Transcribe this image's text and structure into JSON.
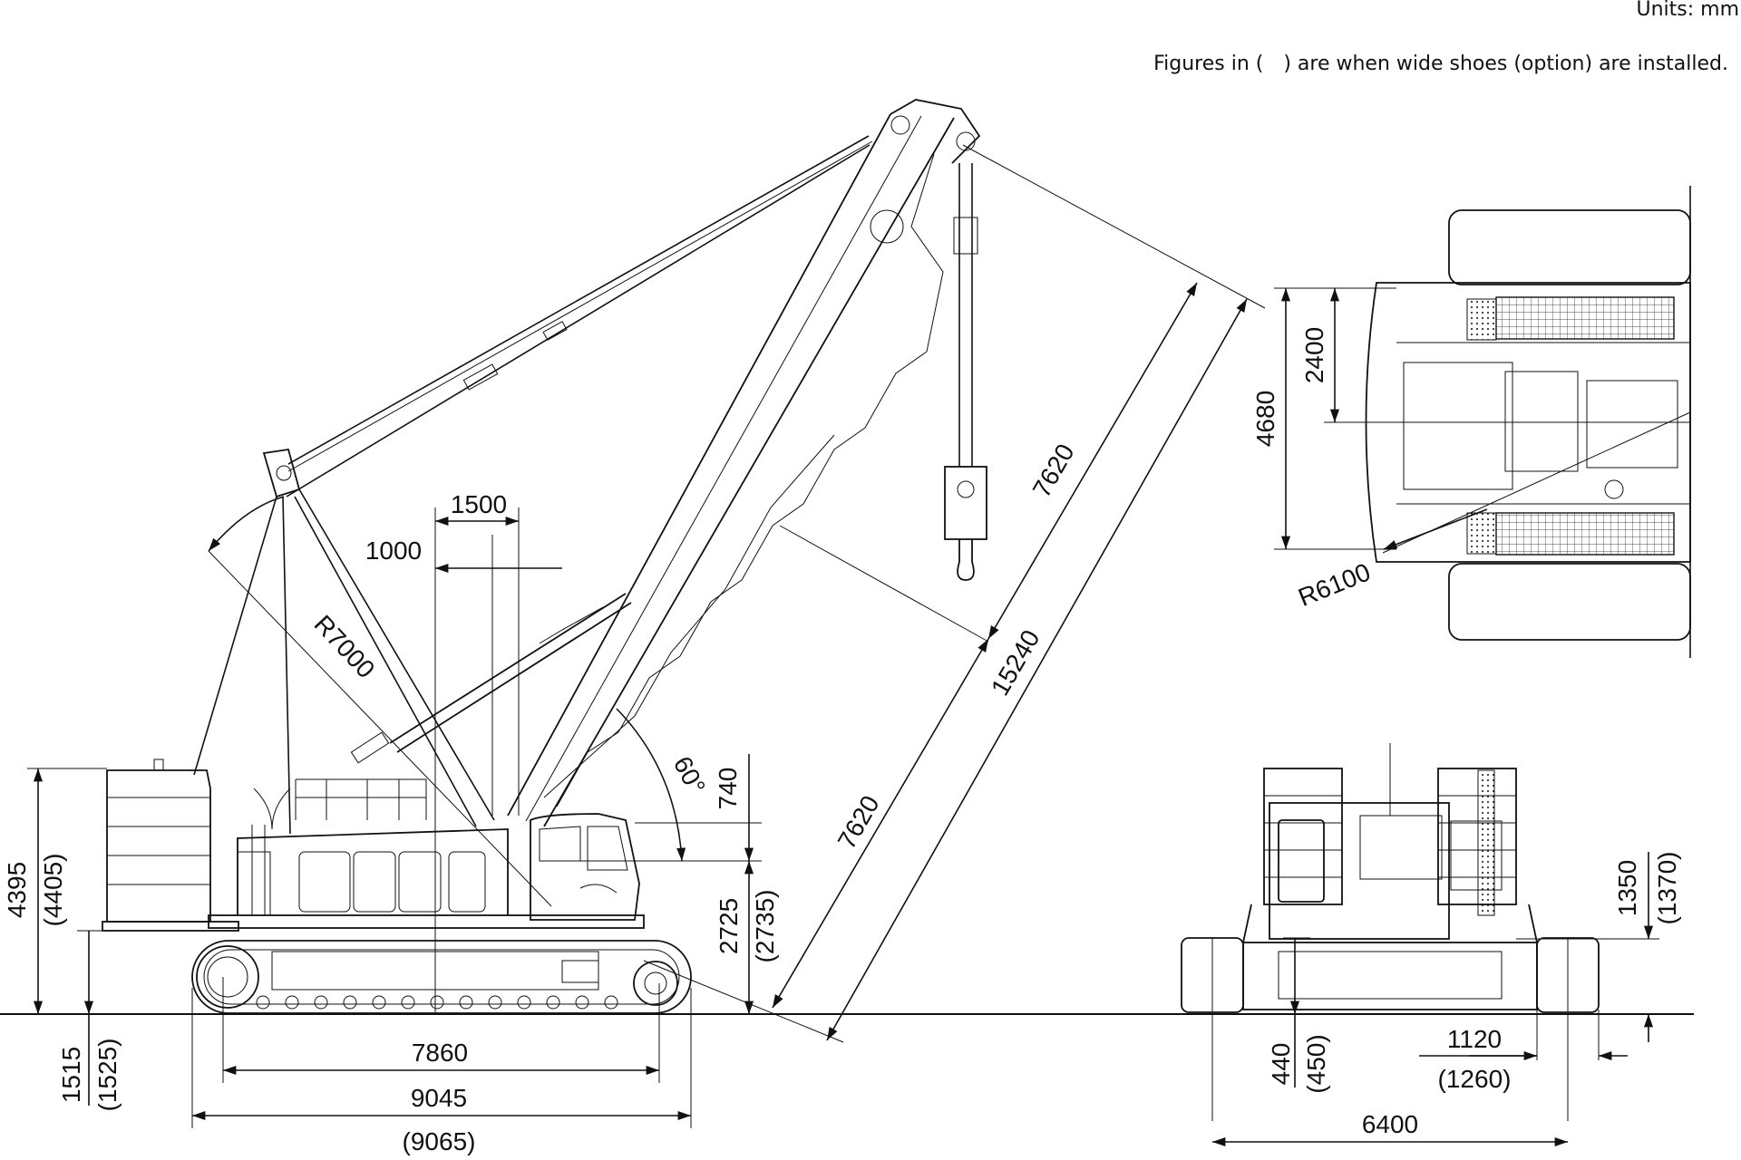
{
  "header": {
    "units": "Units: mm",
    "note_before": "Figures in (",
    "note_after": ") are when wide shoes (option) are installed."
  },
  "side_view": {
    "radius_label": "R7000",
    "angle_label": "60°",
    "dims": {
      "d1500": "1500",
      "d1000": "1000",
      "d7620_top": "7620",
      "d15240": "15240",
      "d7620_bottom": "7620",
      "d740": "740",
      "d2725": "2725",
      "d2725_wide": "(2735)",
      "d4395": "4395",
      "d4395_wide": "(4405)",
      "d1515": "1515",
      "d1515_wide": "(1525)",
      "d7860": "7860",
      "d9045": "9045",
      "d9045_wide": "(9065)"
    }
  },
  "top_view": {
    "dims": {
      "d2400": "2400",
      "d4680": "4680",
      "r6100": "R6100"
    }
  },
  "rear_view": {
    "dims": {
      "d1350": "1350",
      "d1350_wide": "(1370)",
      "d440": "440",
      "d440_wide": "(450)",
      "d1120": "1120",
      "d1120_wide": "(1260)",
      "d6400": "6400"
    }
  }
}
